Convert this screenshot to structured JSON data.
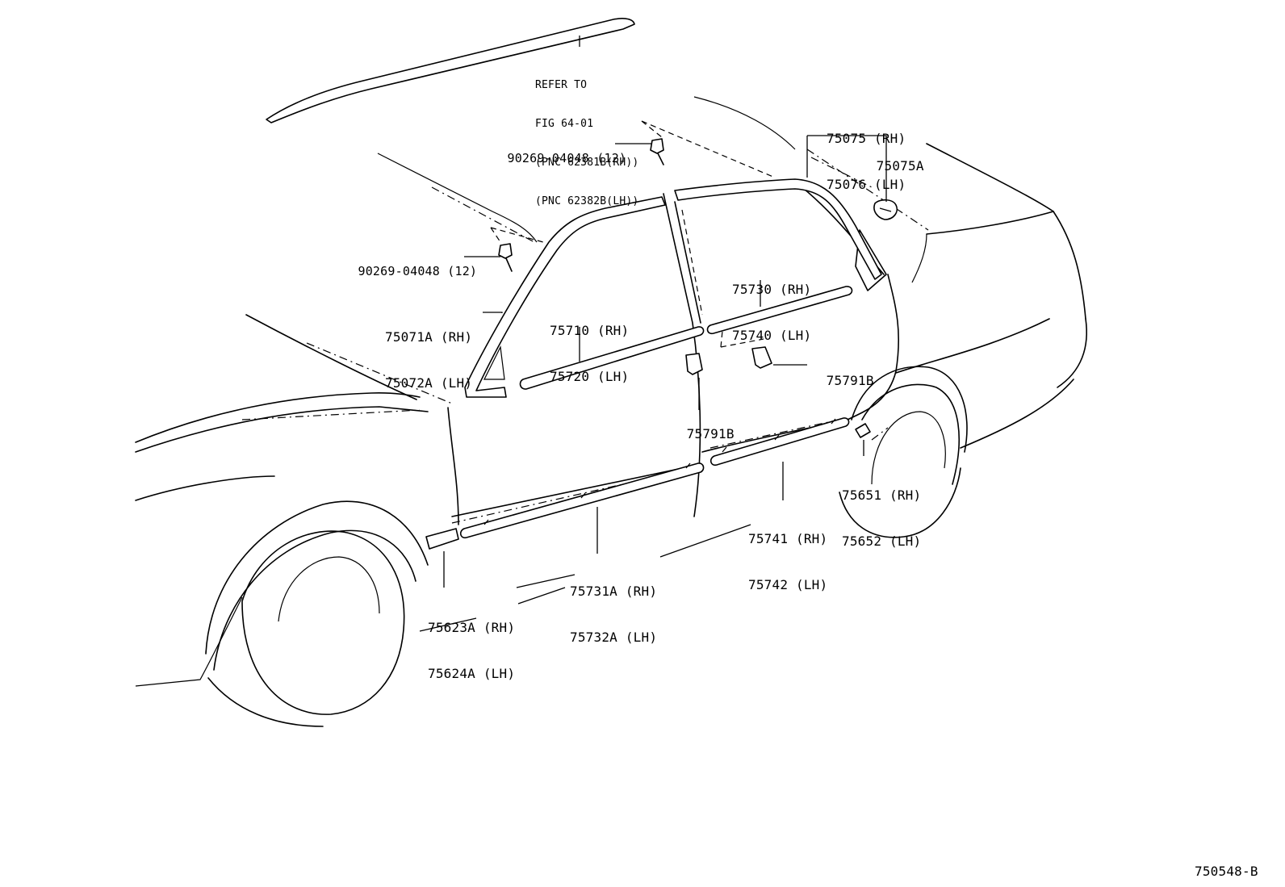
{
  "figure_id": "750548-B",
  "refer_note": {
    "line1": "REFER TO",
    "line2": "FIG 64-01",
    "line3": "(PNC 62381B(RH))",
    "line4": "(PNC 62382B(LH))"
  },
  "callouts": {
    "clip_upper": {
      "pn": "90269-04048 (12)"
    },
    "clip_front": {
      "pn": "90269-04048 (12)"
    },
    "rear_window_moulding": {
      "rh": "75075 (RH)",
      "lh": "75076 (LH)"
    },
    "rear_clip": {
      "pn": "75075A"
    },
    "front_window_frame": {
      "rh": "75071A (RH)",
      "lh": "75072A (LH)"
    },
    "front_belt_moulding": {
      "rh": "75710 (RH)",
      "lh": "75720 (LH)"
    },
    "rear_belt_moulding": {
      "rh": "75730 (RH)",
      "lh": "75740 (LH)"
    },
    "clip_rear_door": {
      "pn": "75791B"
    },
    "clip_front_door": {
      "pn": "75791B"
    },
    "quarter_moulding": {
      "rh": "75651 (RH)",
      "lh": "75652 (LH)"
    },
    "rear_door_side_moulding": {
      "rh": "75741 (RH)",
      "lh": "75742 (LH)"
    },
    "front_door_side_moulding": {
      "rh": "75731A (RH)",
      "lh": "75732A (LH)"
    },
    "fender_moulding": {
      "rh": "75623A (RH)",
      "lh": "75624A (LH)"
    }
  }
}
